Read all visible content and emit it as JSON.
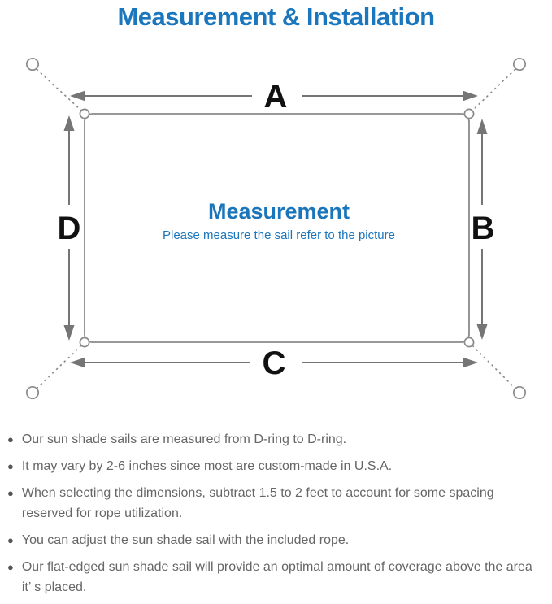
{
  "page": {
    "title": "Measurement & Installation"
  },
  "diagram": {
    "side_labels": {
      "top": "A",
      "right": "B",
      "bottom": "C",
      "left": "D"
    },
    "center_title": "Measurement",
    "center_subtitle": "Please measure the sail refer to the picture"
  },
  "notes": {
    "bullet_glyph": "●",
    "items": [
      "Our sun shade sails are measured from D-ring to D-ring.",
      "It may vary by 2-6 inches since most are custom-made in U.S.A.",
      "When selecting the dimensions, subtract 1.5 to 2 feet to account for some spacing reserved for rope utilization.",
      "You can adjust the sun shade sail with the included rope.",
      "Our flat-edged sun shade sail will provide an optimal amount of coverage above the area it’ s placed."
    ]
  },
  "colors": {
    "accent_blue": "#1a76bd",
    "line_gray": "#8a8a8a",
    "arrow_gray": "#757575",
    "label_black": "#111111",
    "body_text_gray": "#666666"
  }
}
